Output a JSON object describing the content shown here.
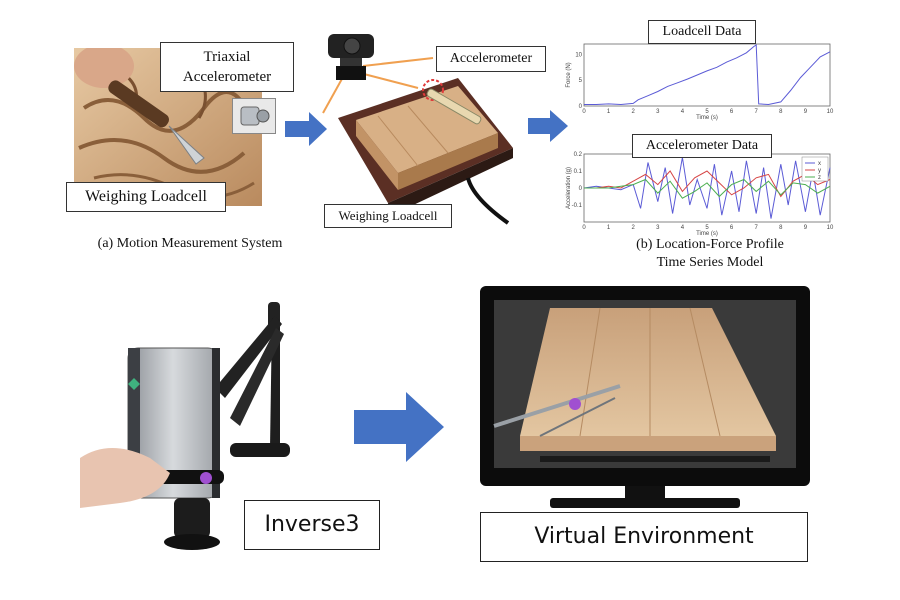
{
  "labels": {
    "triaxial_accelerometer_line1": "Triaxial",
    "triaxial_accelerometer_line2": "Accelerometer",
    "weighing_loadcell_left": "Weighing Loadcell",
    "accelerometer": "Accelerometer",
    "weighing_loadcell_center": "Weighing Loadcell",
    "loadcell_data": "Loadcell Data",
    "accelerometer_data": "Accelerometer Data",
    "caption_a": "(a) Motion Measurement System",
    "caption_b_line1": "(b) Location-Force Profile",
    "caption_b_line2": "Time Series Model",
    "inverse3": "Inverse3",
    "virtual_environment": "Virtual Environment"
  },
  "colors": {
    "arrow_blue": "#4472c4",
    "series_x": "#5b5bd6",
    "series_y": "#d64545",
    "series_z": "#4caf50"
  },
  "chart_data": [
    {
      "type": "line",
      "title": "Loadcell Data",
      "xlabel": "Time (s)",
      "ylabel": "Force (N)",
      "xlim": [
        0,
        10
      ],
      "ylim": [
        0,
        12
      ],
      "x_ticks": [
        "0",
        "1",
        "2",
        "3",
        "4",
        "5",
        "6",
        "7",
        "8",
        "9",
        "10"
      ],
      "y_ticks": [
        "0",
        "5",
        "10"
      ],
      "series": [
        {
          "x": [
            0,
            0.5,
            1,
            1.5,
            2,
            2.2,
            2.6,
            3,
            3.4,
            3.8,
            4.2,
            4.6,
            5,
            5.4,
            5.8,
            6.2,
            6.6,
            6.9,
            7.0,
            7.1,
            7.5,
            8,
            8.4,
            8.8,
            9.2,
            9.6,
            10
          ],
          "y": [
            0.3,
            0.3,
            0.4,
            0.3,
            0.5,
            1.2,
            2.0,
            2.8,
            3.8,
            4.5,
            5.2,
            6.0,
            6.8,
            7.5,
            8.5,
            9.3,
            10.3,
            11.5,
            11.8,
            0.4,
            0.3,
            0.8,
            3.0,
            5.5,
            7.5,
            9.5,
            10.5
          ]
        }
      ]
    },
    {
      "type": "line",
      "title": "Accelerometer Data",
      "xlabel": "Time (s)",
      "ylabel": "Acceleration (g)",
      "xlim": [
        0,
        10
      ],
      "ylim": [
        -0.2,
        0.2
      ],
      "x_ticks": [
        "0",
        "1",
        "2",
        "3",
        "4",
        "5",
        "6",
        "7",
        "8",
        "9",
        "10"
      ],
      "y_ticks": [
        "0.2",
        "0.1",
        "0",
        "-0.1"
      ],
      "legend": "top-right",
      "series": [
        {
          "name": "x",
          "x": [
            0,
            0.5,
            1,
            1.5,
            2,
            2.3,
            2.6,
            3,
            3.3,
            3.6,
            4,
            4.3,
            4.6,
            5,
            5.3,
            5.6,
            6,
            6.3,
            6.6,
            7,
            7.3,
            7.6,
            8,
            8.3,
            8.6,
            9,
            9.3,
            9.6,
            10
          ],
          "y": [
            0.0,
            0.01,
            0.0,
            -0.01,
            0.02,
            -0.12,
            0.15,
            -0.08,
            0.12,
            -0.15,
            0.18,
            -0.1,
            0.05,
            -0.12,
            0.14,
            -0.16,
            0.1,
            -0.14,
            0.16,
            -0.15,
            0.12,
            -0.18,
            0.14,
            -0.1,
            0.16,
            -0.14,
            0.1,
            -0.16,
            0.12
          ]
        },
        {
          "name": "y",
          "x": [
            0,
            0.5,
            1,
            1.5,
            2,
            2.5,
            3,
            3.5,
            4,
            4.5,
            5,
            5.5,
            6,
            6.5,
            7,
            7.5,
            8,
            8.5,
            9,
            9.5,
            10
          ],
          "y": [
            0.0,
            0.0,
            0.01,
            0.0,
            0.04,
            0.08,
            0.02,
            0.1,
            -0.02,
            0.06,
            0.1,
            0.03,
            -0.04,
            0.0,
            0.06,
            0.08,
            -0.05,
            0.04,
            0.08,
            0.02,
            0.05
          ]
        },
        {
          "name": "z",
          "x": [
            0,
            0.5,
            1,
            1.5,
            2,
            2.5,
            3,
            3.5,
            4,
            4.5,
            5,
            5.5,
            6,
            6.5,
            7,
            7.5,
            8,
            8.5,
            9,
            9.5,
            10
          ],
          "y": [
            0.0,
            0.0,
            0.0,
            0.01,
            0.02,
            0.05,
            -0.03,
            0.04,
            -0.06,
            -0.02,
            0.03,
            -0.05,
            0.02,
            0.05,
            -0.02,
            0.04,
            -0.04,
            0.03,
            0.02,
            -0.03,
            0.01
          ]
        }
      ]
    }
  ]
}
